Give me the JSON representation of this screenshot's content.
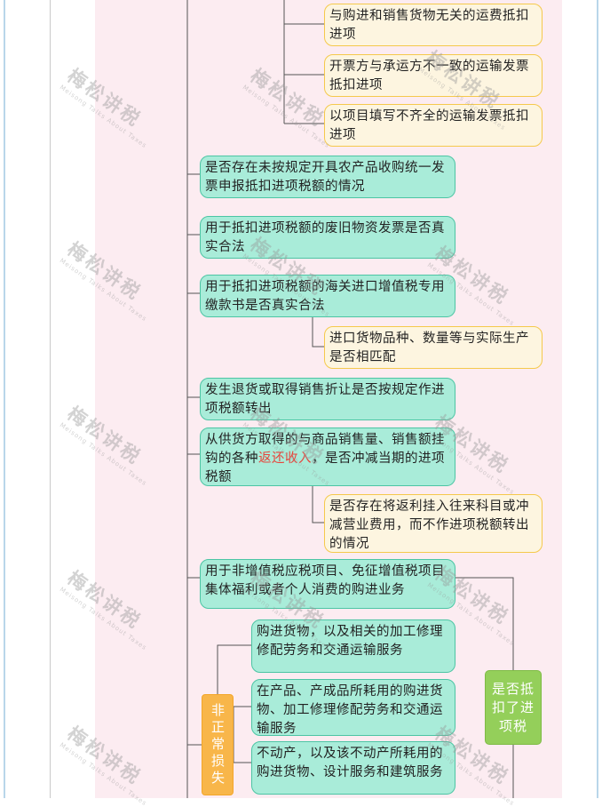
{
  "watermark": {
    "text": "梅松讲税",
    "subtext": "Meisong Talks About Taxes"
  },
  "nodes": {
    "n1": "与购进和销售货物无关的运费抵扣进项",
    "n2": "开票方与承运方不一致的运输发票抵扣进项",
    "n3": "以项目填写不齐全的运输发票抵扣进项",
    "n4": "是否存在未按规定开具农产品收购统一发票申报抵扣进项税额的情况",
    "n5": "用于抵扣进项税额的废旧物资发票是否真实合法",
    "n6": "用于抵扣进项税额的海关进口增值税专用缴款书是否真实合法",
    "n7": "进口货物品种、数量等与实际生产是否相匹配",
    "n8": "发生退货或取得销售折让是否按规定作进项税额转出",
    "n9_before": "从供货方取得的与商品销售量、销售额挂钩的各种",
    "n9_highlight": "返还收入",
    "n9_after": "，是否冲减当期的进项税额",
    "n10": "是否存在将返利挂入往来科目或冲减营业费用，而不作进项税额转出的情况",
    "n11": "用于非增值税应税项目、免征增值税项目集体福利或者个人消费的购进业务",
    "n12": "购进货物，以及相关的加工修理修配劳务和交通运输服务",
    "n13": "在产品、产成品所耗用的购进货物、加工修理修配劳务和交通运输服务",
    "n14": "不动产，以及该不动产所耗用的购进货物、设计服务和建筑服务",
    "loss": "非正常损失",
    "deduct": "是否抵扣了进项税"
  },
  "colors": {
    "panel": "#fcecf1",
    "green_fill": "#a9ecd9",
    "green_border": "#4cc5a4",
    "yellow_fill": "#fdf5e0",
    "yellow_border": "#f5c94c",
    "orange": "#f8b64a",
    "lime": "#94cf5a",
    "highlight": "#e8433a",
    "connector": "#555555"
  }
}
